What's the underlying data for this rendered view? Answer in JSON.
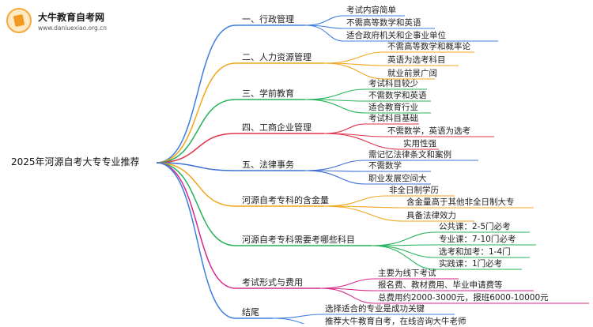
{
  "brand": {
    "name": "大牛教育自考网",
    "url": "www.daniuexiao.org.cn"
  },
  "root": "2025年河源自考大专专业推荐",
  "branches": [
    {
      "label": "一、行政管理",
      "color": "#3d7fe0",
      "leaves": [
        "考试内容简单",
        "不需高等数学和英语",
        "适合政府机关和企事业单位"
      ]
    },
    {
      "label": "二、人力资源管理",
      "color": "#f0a61d",
      "leaves": [
        "不需高等数学和概率论",
        "英语为选考科目",
        "就业前景广阔"
      ]
    },
    {
      "label": "三、学前教育",
      "color": "#25b35a",
      "leaves": [
        "考试科目较少",
        "不需数学和英语",
        "适合教育行业"
      ]
    },
    {
      "label": "四、工商企业管理",
      "color": "#e0314a",
      "leaves": [
        "考试科目基础",
        "不需数学，英语为选考",
        "实用性强"
      ]
    },
    {
      "label": "五、法律事务",
      "color": "#3d6fd6",
      "leaves": [
        "需记忆法律条文和案例",
        "不需数学",
        "职业发展空间大"
      ]
    },
    {
      "label": "河源自考专科的含金量",
      "color": "#f0a61d",
      "leaves": [
        "非全日制学历",
        "含金量高于其他非全日制大专",
        "具备法律效力"
      ]
    },
    {
      "label": "河源自考专科需要考哪些科目",
      "color": "#25b35a",
      "leaves": [
        "公共课：2-5门必考",
        "专业课：7-10门必考",
        "选考和加考：1-4门",
        "实践课：1门必考"
      ]
    },
    {
      "label": "考试形式与费用",
      "color": "#d62a8a",
      "leaves": [
        "主要为线下考试",
        "报名费、教材费用、毕业申请费等",
        "总费用约2000-3000元，报班6000-10000元"
      ]
    },
    {
      "label": "结尾",
      "color": "#3d7fe0",
      "leaves": [
        "选择适合的专业是成功关键",
        "推荐大牛教育自考，在线咨询大牛老师"
      ]
    }
  ]
}
